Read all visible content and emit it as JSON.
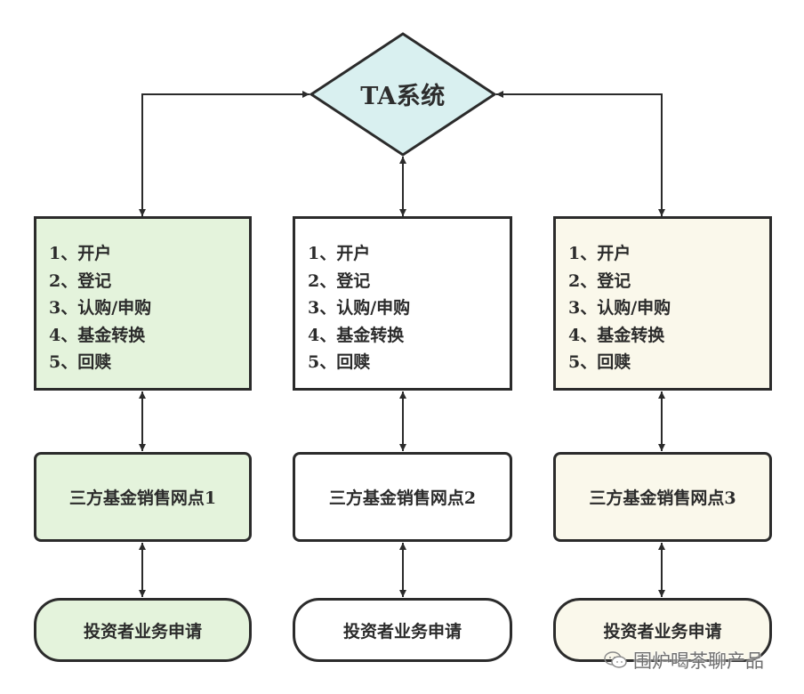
{
  "diagram": {
    "center_node": {
      "label": "TA系统",
      "color": "#d9f0f0"
    },
    "columns": [
      {
        "operations": [
          "1、开户",
          "2、登记",
          "3、认购/申购",
          "4、基金转换",
          "5、回赎"
        ],
        "sales_point": "三方基金销售网点1",
        "investor": "投资者业务申请",
        "color": "#e4f3dc"
      },
      {
        "operations": [
          "1、开户",
          "2、登记",
          "3、认购/申购",
          "4、基金转换",
          "5、回赎"
        ],
        "sales_point": "三方基金销售网点2",
        "investor": "投资者业务申请",
        "color": "#ffffff"
      },
      {
        "operations": [
          "1、开户",
          "2、登记",
          "3、认购/申购",
          "4、基金转换",
          "5、回赎"
        ],
        "sales_point": "三方基金销售网点3",
        "investor": "投资者业务申请",
        "color": "#faf8eb"
      }
    ],
    "connectors": "bidirectional"
  },
  "watermark": {
    "text": "围炉喝茶聊产品",
    "icon": "wechat-icon"
  }
}
